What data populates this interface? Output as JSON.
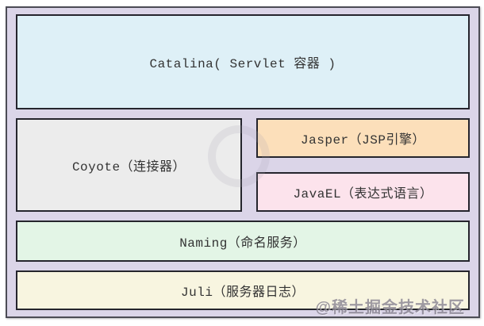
{
  "blocks": {
    "catalina": {
      "label": "Catalina( Servlet 容器 )",
      "bg": "#def0f7"
    },
    "coyote": {
      "label": "Coyote（连接器）",
      "bg": "#ececec"
    },
    "jasper": {
      "label": "Jasper（JSP引擎）",
      "bg": "#fcdfba"
    },
    "javael": {
      "label": "JavaEL（表达式语言）",
      "bg": "#fce3ec"
    },
    "naming": {
      "label": "Naming（命名服务）",
      "bg": "#e3f5e6"
    },
    "juli": {
      "label": "Juli（服务器日志）",
      "bg": "#f8f5e0"
    }
  },
  "colors": {
    "container_bg": "#dbd5e8",
    "container_border": "#4c4c55",
    "block_border": "#25252d",
    "text": "#333333"
  },
  "watermark": {
    "text": "@稀土掘金技术社区"
  }
}
